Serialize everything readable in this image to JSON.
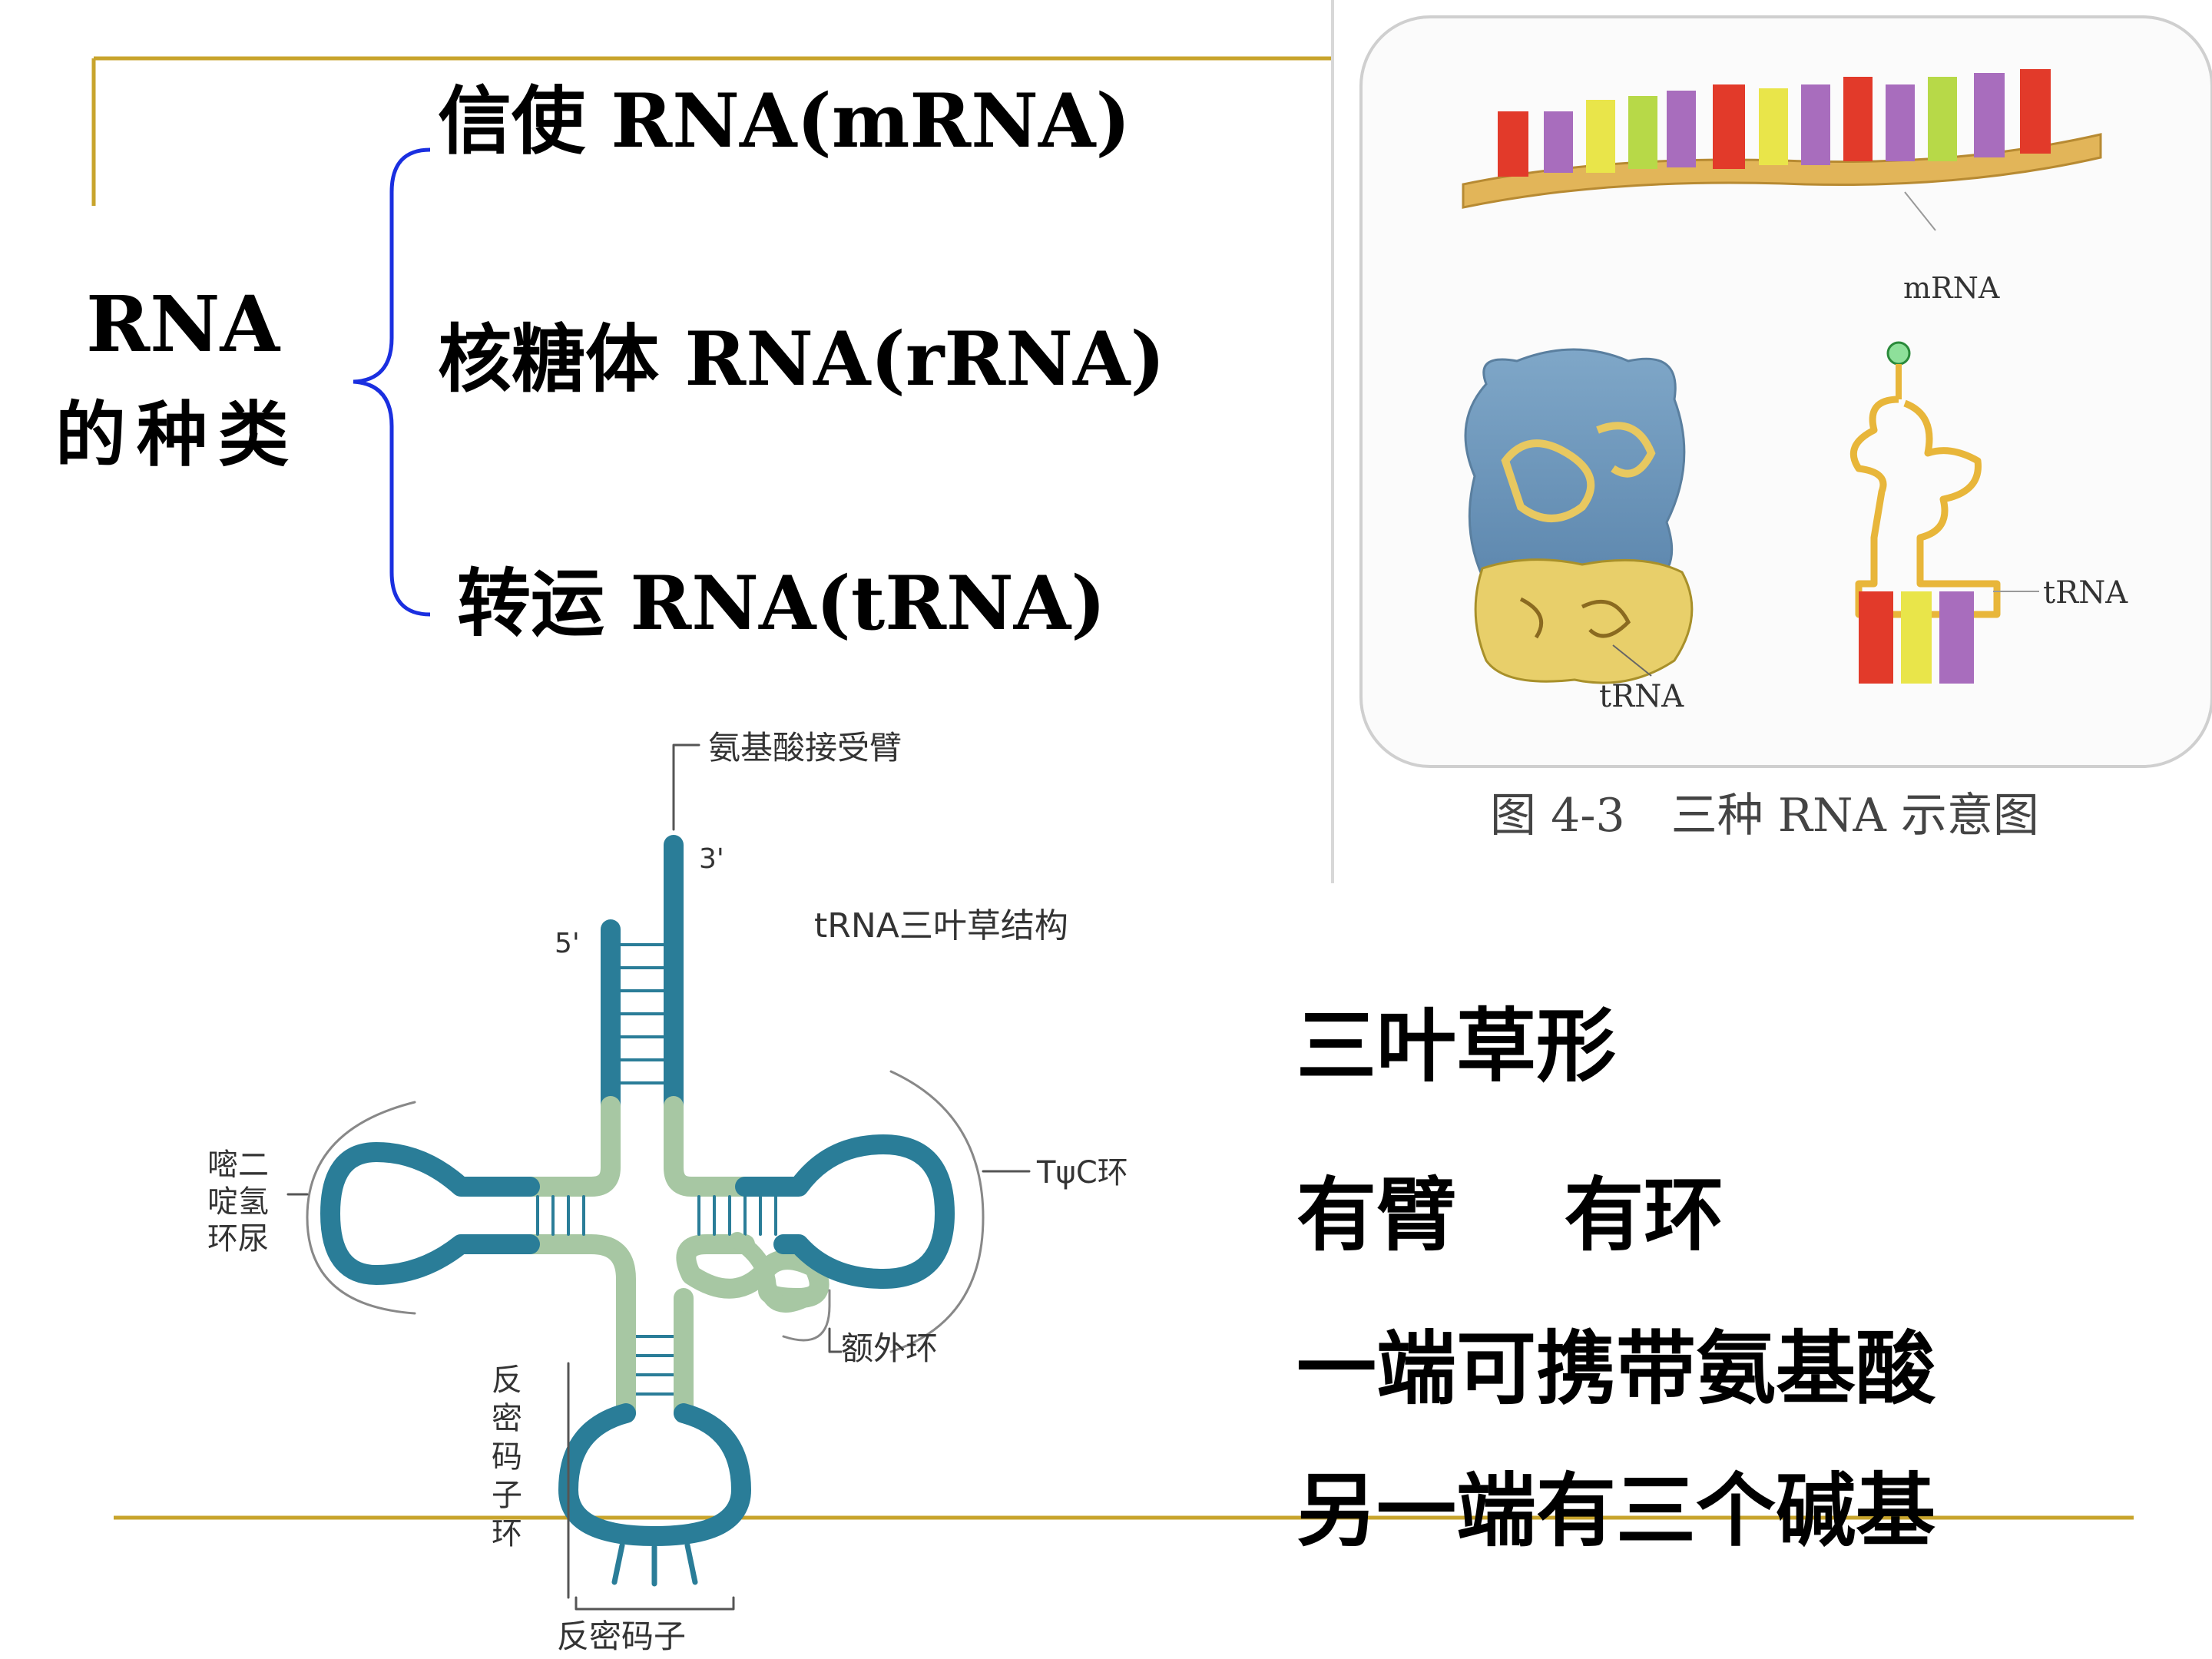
{
  "classification": {
    "title_line1": "RNA",
    "title_line2": "的种类",
    "items": [
      "信使 RNA(mRNA)",
      "核糖体 RNA(rRNA)",
      "转运 RNA(tRNA)"
    ]
  },
  "figure_photo": {
    "caption": "图 4-3　三种 RNA 示意图",
    "label_mrna": "mRNA",
    "label_trna_ribosome": "tRNA",
    "label_trna_right": "tRNA"
  },
  "trna_diagram": {
    "title": "tRNA三叶草结构",
    "acceptor_arm": "氨基酸接受臂",
    "end_3": "3'",
    "end_5": "5'",
    "d_loop": [
      "嘧二",
      "啶氢",
      "环尿"
    ],
    "tpsic_loop": "TψC环",
    "extra_loop": "额外环",
    "anticodon_loop": [
      "反",
      "密",
      "码",
      "子",
      "环"
    ],
    "anticodon": "反密码子"
  },
  "features": [
    "三叶草形",
    "有臂　 有环",
    "一端可携带氨基酸",
    "另一端有三个碱基"
  ],
  "colors": {
    "rule_gold": "#c8a42c",
    "brace_blue": "#1a2fe0",
    "trna_blue": "#2a7d98",
    "trna_light": "#a7c7a3"
  }
}
